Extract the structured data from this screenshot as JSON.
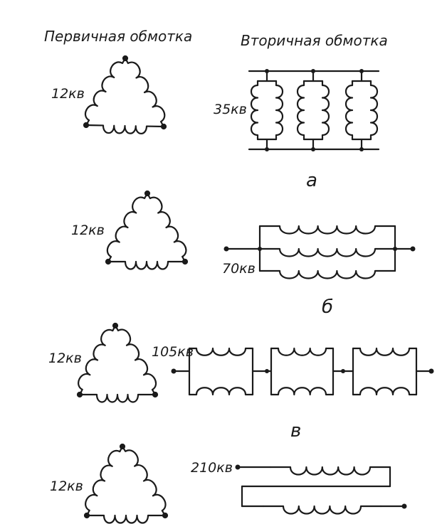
{
  "headers": {
    "primary": "Первичная обмотка",
    "secondary": "Вторичная обмотка"
  },
  "rows": [
    {
      "section": "а",
      "primary_voltage": "12кв",
      "secondary_voltage": "35кв"
    },
    {
      "section": "б",
      "primary_voltage": "12кв",
      "secondary_voltage": "70кв"
    },
    {
      "section": "в",
      "primary_voltage": "12кв",
      "secondary_voltage": "105кв"
    },
    {
      "section": "",
      "primary_voltage": "12кв",
      "secondary_voltage": "210кв"
    }
  ]
}
